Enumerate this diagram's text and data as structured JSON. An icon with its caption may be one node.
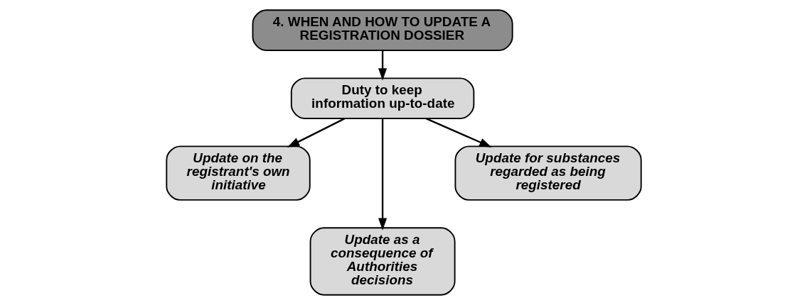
{
  "diagram": {
    "nodes": [
      {
        "text": [
          "4. WHEN AND HOW TO UPDATE A REGISTRATION DOSSIER"
        ]
      },
      {
        "text": [
          "Duty to keep information up-to-date"
        ]
      },
      {
        "text": [
          "Update on the registrant's own initiative"
        ]
      },
      {
        "text": [
          "Update as a consequence of Authorities decisions"
        ]
      },
      {
        "text": [
          "Update for substances regarded as being registered"
        ]
      }
    ],
    "edges": [
      {
        "from": 0,
        "to": 1,
        "arrow": "to"
      },
      {
        "from": 1,
        "to": 2,
        "arrow": "to"
      },
      {
        "from": 1,
        "to": 3,
        "arrow": "to"
      },
      {
        "from": 1,
        "to": 4,
        "arrow": "to"
      }
    ]
  }
}
